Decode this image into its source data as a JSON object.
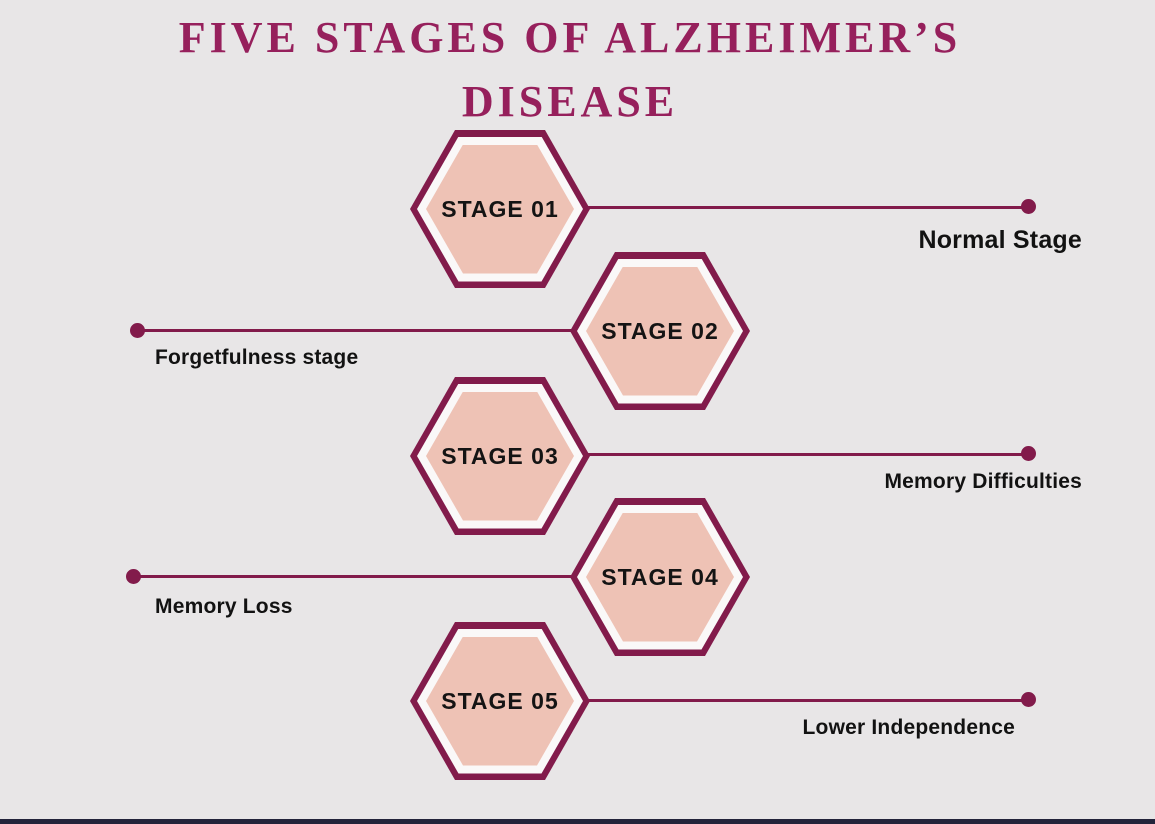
{
  "title": {
    "line1": "FIVE STAGES OF ALZHEIMER’S",
    "line2": "DISEASE"
  },
  "colors": {
    "background": "#e8e6e7",
    "title_text": "#96205c",
    "hex_border": "#821b4b",
    "hex_fill": "#eec2b5",
    "line": "#821b4b",
    "caption_text": "#121212"
  },
  "stages": [
    {
      "label": "STAGE 01",
      "caption": "Normal Stage",
      "caption_side": "right"
    },
    {
      "label": "STAGE 02",
      "caption": "Forgetfulness stage",
      "caption_side": "left"
    },
    {
      "label": "STAGE 03",
      "caption": "Memory Difficulties",
      "caption_side": "right"
    },
    {
      "label": "STAGE 04",
      "caption": "Memory Loss",
      "caption_side": "left"
    },
    {
      "label": "STAGE 05",
      "caption": "Lower Independence",
      "caption_side": "right"
    }
  ]
}
